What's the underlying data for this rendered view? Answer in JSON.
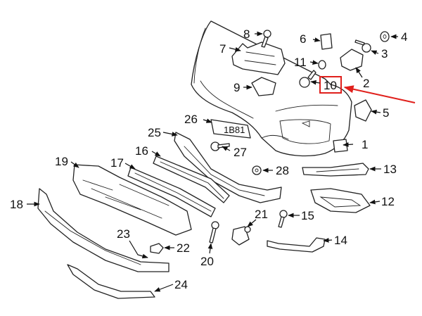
{
  "callouts": [
    {
      "number": "1"
    },
    {
      "number": "2"
    },
    {
      "number": "3"
    },
    {
      "number": "4"
    },
    {
      "number": "5"
    },
    {
      "number": "6"
    },
    {
      "number": "7"
    },
    {
      "number": "8"
    },
    {
      "number": "9"
    },
    {
      "number": "10"
    },
    {
      "number": "11"
    },
    {
      "number": "12"
    },
    {
      "number": "13"
    },
    {
      "number": "14"
    },
    {
      "number": "15"
    },
    {
      "number": "16"
    },
    {
      "number": "17"
    },
    {
      "number": "18"
    },
    {
      "number": "19"
    },
    {
      "number": "20"
    },
    {
      "number": "21"
    },
    {
      "number": "22"
    },
    {
      "number": "23"
    },
    {
      "number": "24"
    },
    {
      "number": "25"
    },
    {
      "number": "26"
    },
    {
      "number": "27"
    },
    {
      "number": "28"
    }
  ],
  "highlight": {
    "callout": "10",
    "color": "#e0201c"
  },
  "plate_text": "1B81"
}
